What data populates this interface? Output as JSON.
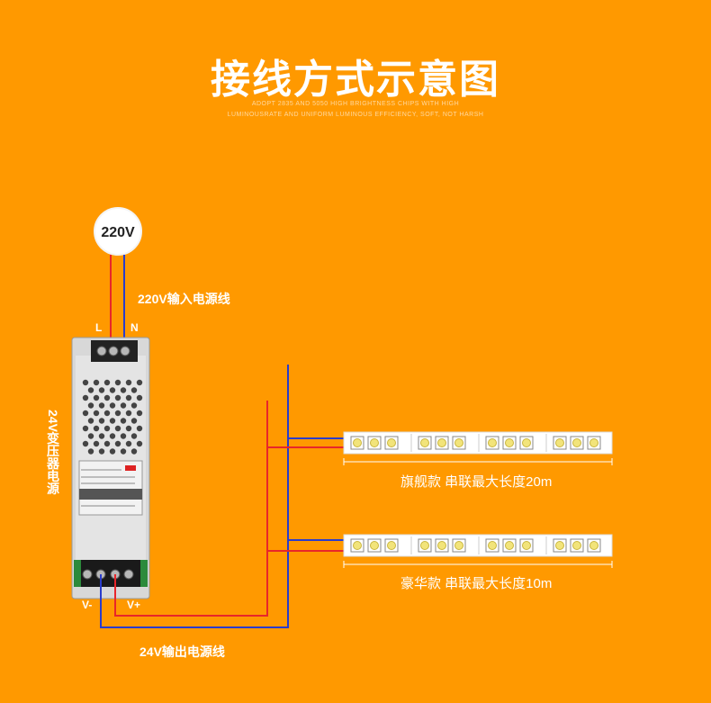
{
  "header": {
    "title": "接线方式示意图",
    "subtitle_line1": "ADOPT 2835 AND 5050 HIGH BRIGHTNESS CHIPS WITH HIGH",
    "subtitle_line2": "LUMINOUSRATE AND UNIFORM LUMINOUS EFFICIENCY, SOFT, NOT HARSH"
  },
  "source": {
    "voltage": "220V"
  },
  "labels": {
    "input_line": "220V输入电源线",
    "L": "L",
    "N": "N",
    "transformer": "24V变压器电源",
    "v_minus": "V-",
    "v_plus": "V+",
    "output_line": "24V输出电源线"
  },
  "strips": [
    {
      "caption": "旗舰款 串联最大长度20m"
    },
    {
      "caption": "豪华款 串联最大长度10m"
    }
  ],
  "colors": {
    "background": "#ff9900",
    "live_wire": "#e8262a",
    "neutral_wire": "#2a3ccc"
  }
}
